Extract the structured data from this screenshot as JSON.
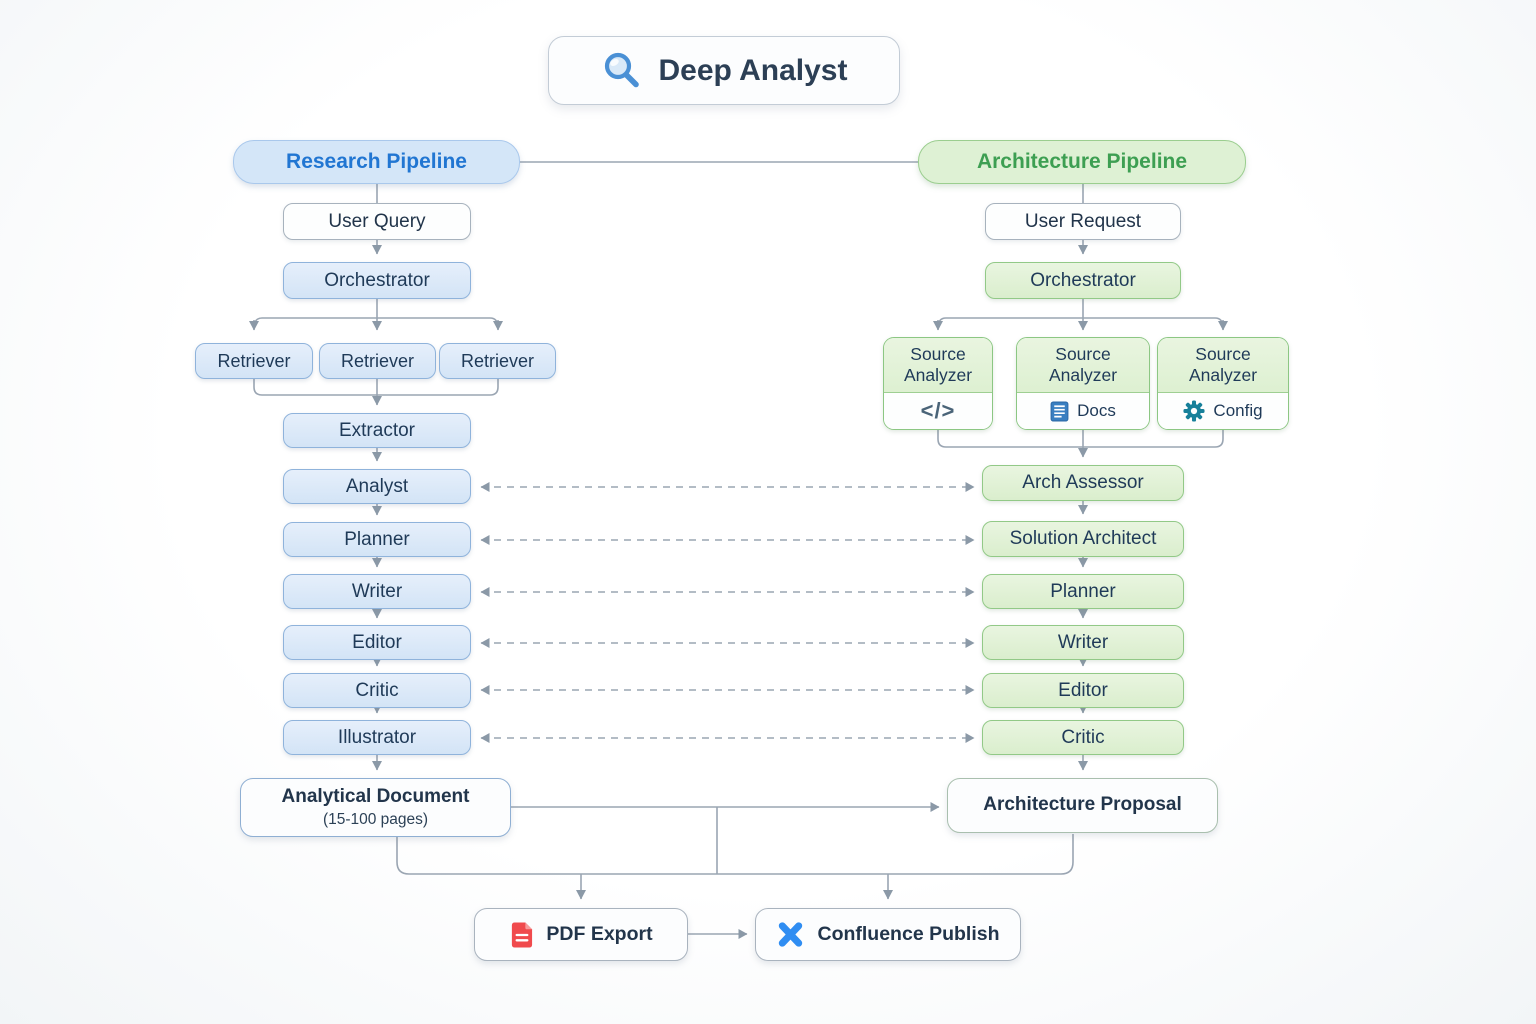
{
  "title": {
    "label": "Deep Analyst",
    "icon": "magnifier-icon"
  },
  "colors": {
    "blue_accent": "#2176d2",
    "green_accent": "#3d9f52",
    "node_text": "#1f3a58",
    "pdf_red": "#f04a4d",
    "confluence_blue": "#2f8df2",
    "gear_teal": "#17809a",
    "doc_blue": "#3a7fc1",
    "code_slate": "#4a6478"
  },
  "research": {
    "header": "Research Pipeline",
    "input": "User Query",
    "orchestrator": "Orchestrator",
    "retrievers": [
      "Retriever",
      "Retriever",
      "Retriever"
    ],
    "extractor": "Extractor",
    "steps": [
      "Analyst",
      "Planner",
      "Writer",
      "Editor",
      "Critic",
      "Illustrator"
    ],
    "output": {
      "line1": "Analytical Document",
      "line2": "(15-100 pages)"
    }
  },
  "architecture": {
    "header": "Architecture Pipeline",
    "input": "User Request",
    "orchestrator": "Orchestrator",
    "analyzers": [
      {
        "title": "Source Analyzer",
        "sub": "</>",
        "icon": "code-icon"
      },
      {
        "title": "Source Analyzer",
        "sub": "Docs",
        "icon": "document-icon"
      },
      {
        "title": "Source Analyzer",
        "sub": "Config",
        "icon": "gear-icon"
      }
    ],
    "steps": [
      "Arch Assessor",
      "Solution Architect",
      "Planner",
      "Writer",
      "Editor",
      "Critic"
    ],
    "output": "Architecture Proposal"
  },
  "export": {
    "pdf": {
      "label": "PDF Export",
      "icon": "pdf-file-icon"
    },
    "confluence": {
      "label": "Confluence Publish",
      "icon": "confluence-x-icon"
    }
  }
}
